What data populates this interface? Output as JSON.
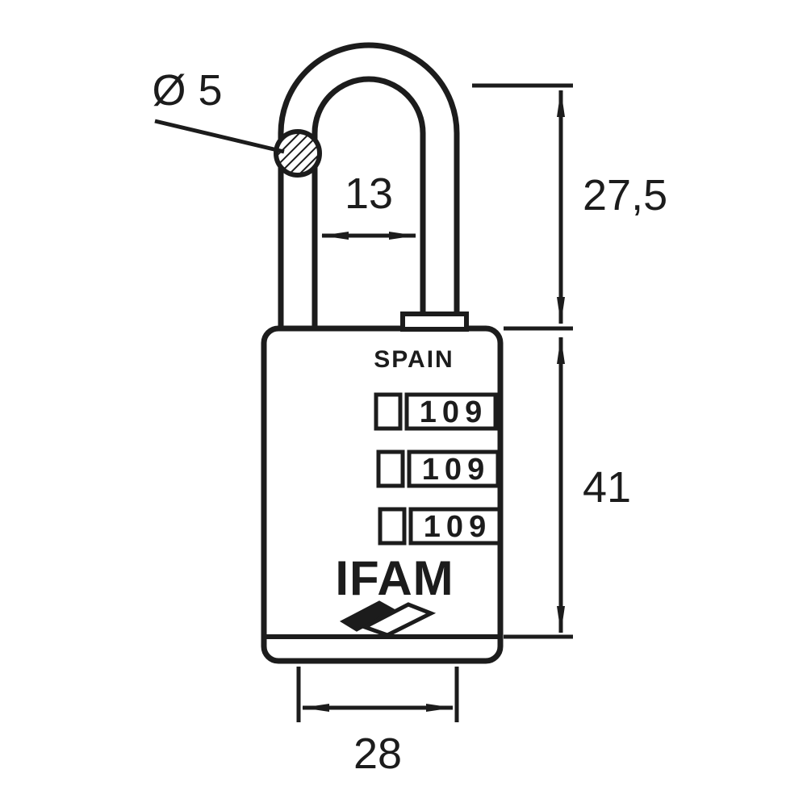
{
  "drawing": {
    "type": "technical-dimension-drawing",
    "subject": "combination padlock",
    "dimensions": {
      "shackle_diameter": "Ø 5",
      "shackle_inner_width": "13",
      "shackle_height": "27,5",
      "body_height": "41",
      "body_width": "28"
    },
    "padlock": {
      "country": "SPAIN",
      "brand": "IFAM",
      "dials": [
        {
          "digits": "109"
        },
        {
          "digits": "109"
        },
        {
          "digits": "109"
        }
      ]
    },
    "colors": {
      "line": "#1c1c1c",
      "background": "#ffffff"
    }
  }
}
